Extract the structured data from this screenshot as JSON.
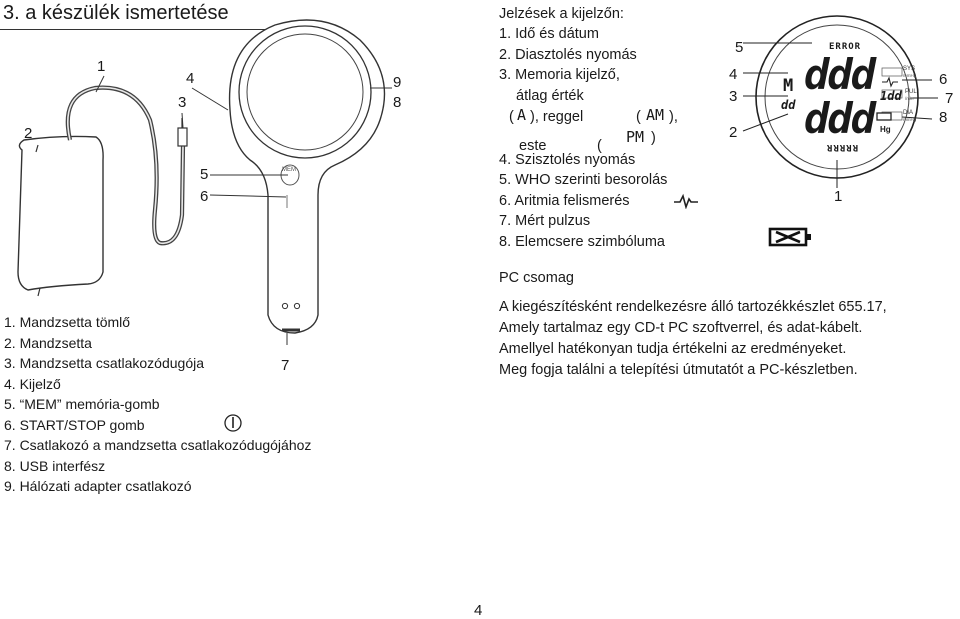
{
  "page_title": "3. a készülék ismertetése",
  "device_callouts": {
    "n1": "1",
    "n2": "2",
    "n3": "3",
    "n4": "4",
    "n5": "5",
    "n6": "6",
    "n7": "7",
    "n8": "8",
    "n9": "9"
  },
  "device_mem_label": "MEM",
  "parts_list": [
    "1. Mandzsetta tömlő",
    "2. Mandzsetta",
    "3. Mandzsetta csatlakozódugója",
    "4. Kijelző",
    "5. “MEM” memória-gomb",
    "6. START/STOP gomb",
    "7. Csatlakozó a mandzsetta csatlakozódugójához",
    "8. USB interfész",
    "9. Hálózati adapter csatlakozó"
  ],
  "display_signals": {
    "heading": "Jelzések a kijelzőn:",
    "items": {
      "i1": "1. Idő és dátum",
      "i2": "2. Diasztolés nyomás",
      "i3": "3. Memoria kijelző,",
      "i3b": "átlag érték",
      "i3_avg": "(",
      "i3_avg_sym": "A",
      "i3_morning": "), reggel",
      "i3_am_open": "(",
      "i3_am_sym": "AM",
      "i3_am_close": "),",
      "i3_evening": "este",
      "i3_pm_open": "(",
      "i3_pm_sym": "PM",
      "i3_pm_close": ")",
      "i4": "4. Szisztolés nyomás",
      "i5": "5. WHO szerinti besorolás",
      "i6": "6. Aritmia felismerés",
      "i7": "7. Mért pulzus",
      "i8": "8. Elemcsere szimbóluma"
    }
  },
  "lcd": {
    "error": "ERROR",
    "memory": "M",
    "sys": "SYS",
    "sys_unit": "mmHg",
    "pul": "PUL",
    "pul_unit": "/min",
    "dia": "DIA",
    "dia_unit": "mmHg",
    "hg": "Hg",
    "digits": "ddd",
    "small_digits": "dd",
    "pulse_digits": "1dd",
    "bottom_text": "RRRRR",
    "callouts": {
      "c1": "1",
      "c2": "2",
      "c3": "3",
      "c4": "4",
      "c5": "5",
      "c6": "6",
      "c7": "7",
      "c8": "8"
    }
  },
  "pc_package": {
    "heading": "PC csomag",
    "lines": [
      "A kiegészítésként rendelkezésre álló tartozékkészlet 655.17,",
      "Amely tartalmaz egy CD-t PC szoftverrel, és adat-kábelt.",
      "Amellyel hatékonyan tudja értékelni az eredményeket.",
      "Meg fogja találni a telepítési útmutatót a PC-készletben."
    ]
  },
  "page_number": "4"
}
